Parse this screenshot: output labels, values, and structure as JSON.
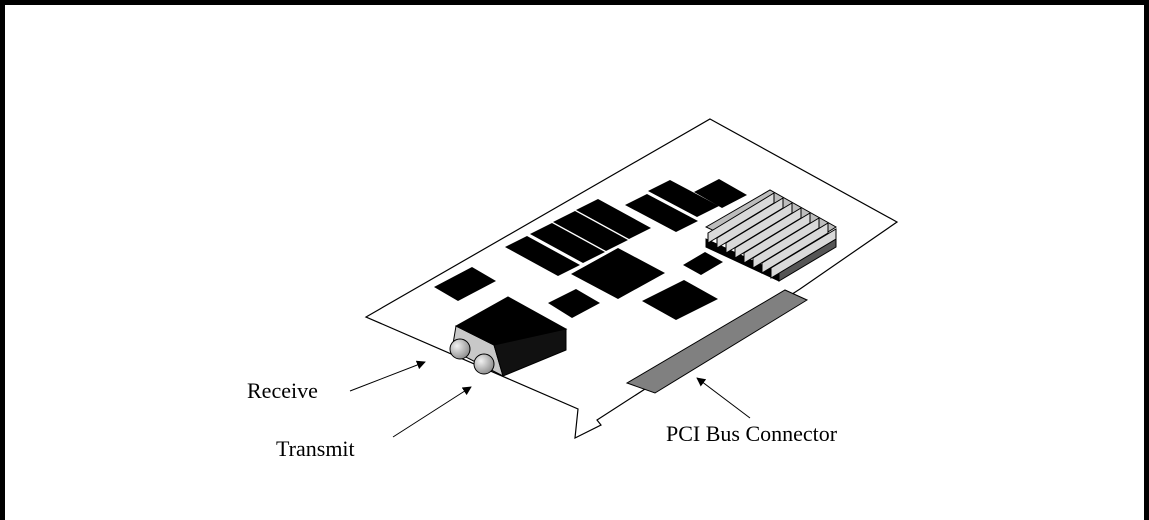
{
  "labels": {
    "receive": "Receive",
    "transmit": "Transmit",
    "pci_bus_connector": "PCI Bus Connector"
  },
  "colors": {
    "board_outline": "#000000",
    "chip_fill": "#000000",
    "connector_fill": "#808080",
    "heatsink_fill": "#bdbdbd",
    "port_fill": "#c8c8c8"
  }
}
